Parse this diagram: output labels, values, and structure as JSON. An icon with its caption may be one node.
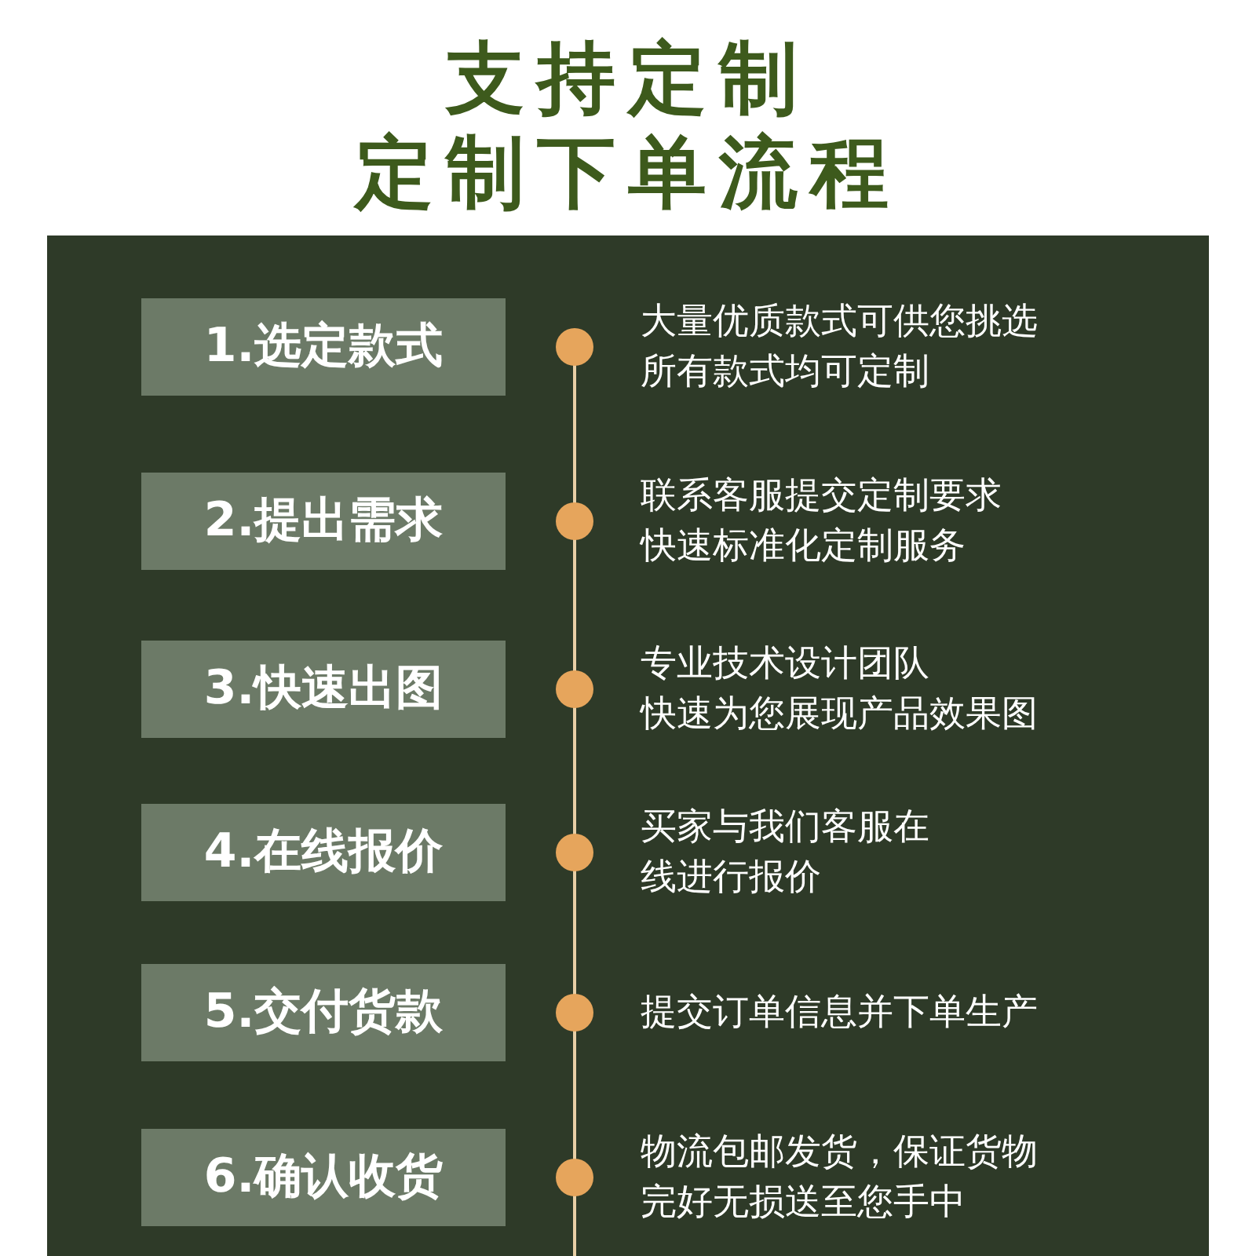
{
  "diagram": {
    "title": "支持定制",
    "labels": [
      "定制下单流程"
    ],
    "nodes": [
      {
        "text": [
          "1.选定款式"
        ],
        "beside": [
          "大量优质款式可供您挑选所有款式均可定制"
        ]
      },
      {
        "text": [
          "2.提出需求"
        ],
        "beside": [
          "联系客服提交定制要求快速标准化定制服务"
        ]
      },
      {
        "text": [
          "3.快速出图"
        ],
        "beside": [
          "专业技术设计团队快速为您展现产品效果图"
        ]
      },
      {
        "text": [
          "4.在线报价"
        ],
        "beside": [
          "买家与我们客服在线进行报价"
        ]
      },
      {
        "text": [
          "5.交付货款"
        ],
        "beside": [
          "提交订单信息并下单生产"
        ]
      },
      {
        "text": [
          "6.确认收货"
        ],
        "beside": [
          "物流包邮发货，保证货物完好无损送至您手中"
        ]
      }
    ]
  }
}
